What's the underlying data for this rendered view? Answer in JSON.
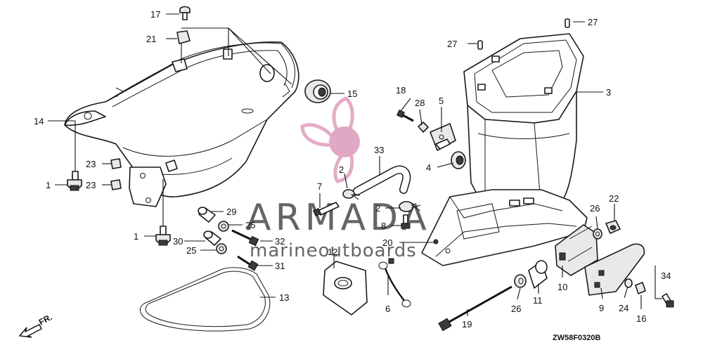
{
  "diagram": {
    "code": "ZW58F0320B",
    "direction": "FR.",
    "watermark": {
      "brand": "ARMADA",
      "tagline": "marineoutboards",
      "color": "#d99bb8"
    },
    "callouts": [
      {
        "id": "c17",
        "text": "17"
      },
      {
        "id": "c21",
        "text": "21"
      },
      {
        "id": "c14",
        "text": "14"
      },
      {
        "id": "c1a",
        "text": "1"
      },
      {
        "id": "c23a",
        "text": "23"
      },
      {
        "id": "c23b",
        "text": "23"
      },
      {
        "id": "c1b",
        "text": "1"
      },
      {
        "id": "c15",
        "text": "15"
      },
      {
        "id": "c29",
        "text": "29"
      },
      {
        "id": "c25a",
        "text": "25"
      },
      {
        "id": "c30",
        "text": "30"
      },
      {
        "id": "c32",
        "text": "32"
      },
      {
        "id": "c25b",
        "text": "25"
      },
      {
        "id": "c31",
        "text": "31"
      },
      {
        "id": "c13",
        "text": "13"
      },
      {
        "id": "c18",
        "text": "18"
      },
      {
        "id": "c28",
        "text": "28"
      },
      {
        "id": "c5",
        "text": "5"
      },
      {
        "id": "c33",
        "text": "33"
      },
      {
        "id": "c4",
        "text": "4"
      },
      {
        "id": "c2a",
        "text": "2"
      },
      {
        "id": "c7",
        "text": "7"
      },
      {
        "id": "c2b",
        "text": "2"
      },
      {
        "id": "c8",
        "text": "8"
      },
      {
        "id": "c20",
        "text": "20"
      },
      {
        "id": "c12",
        "text": "12"
      },
      {
        "id": "c6",
        "text": "6"
      },
      {
        "id": "c27a",
        "text": "27"
      },
      {
        "id": "c27b",
        "text": "27"
      },
      {
        "id": "c3",
        "text": "3"
      },
      {
        "id": "c26a",
        "text": "26"
      },
      {
        "id": "c22",
        "text": "22"
      },
      {
        "id": "c10",
        "text": "10"
      },
      {
        "id": "c26b",
        "text": "26"
      },
      {
        "id": "c11",
        "text": "11"
      },
      {
        "id": "c19",
        "text": "19"
      },
      {
        "id": "c9",
        "text": "9"
      },
      {
        "id": "c24",
        "text": "24"
      },
      {
        "id": "c16",
        "text": "16"
      },
      {
        "id": "c34",
        "text": "34"
      }
    ]
  }
}
